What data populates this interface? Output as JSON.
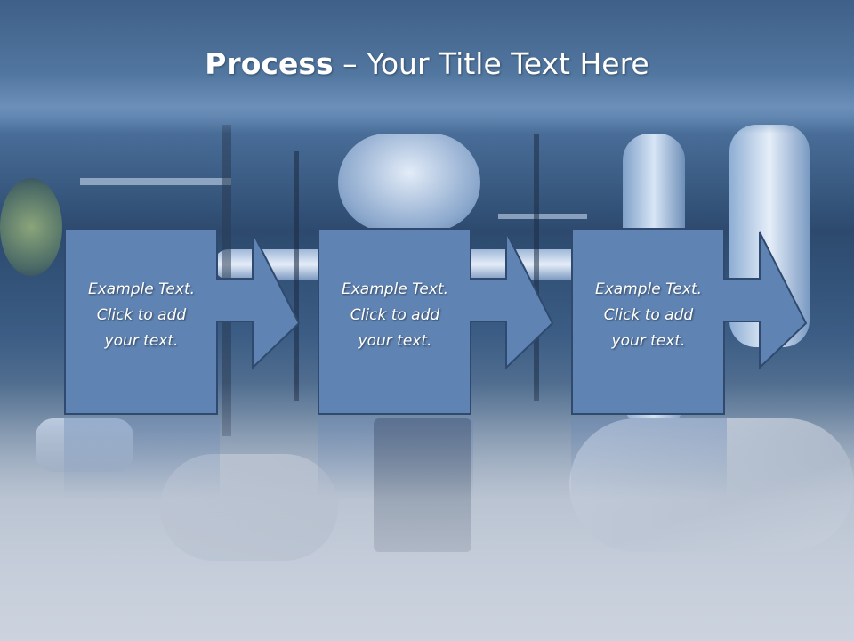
{
  "slide": {
    "title_bold": "Process",
    "title_rest": " – Your Title Text Here",
    "background": "industrial-pipes-photo"
  },
  "steps": [
    {
      "line1": "Example Text.",
      "line2": "Click  to add",
      "line3": "your text."
    },
    {
      "line1": "Example Text.",
      "line2": "Click  to add",
      "line3": "your text."
    },
    {
      "line1": "Example Text.",
      "line2": "Click  to add",
      "line3": "your text."
    }
  ],
  "colors": {
    "box_fill": "#5f84b4",
    "box_stroke": "#2f4a6e",
    "text": "#ffffff",
    "header": "#4d729c"
  }
}
